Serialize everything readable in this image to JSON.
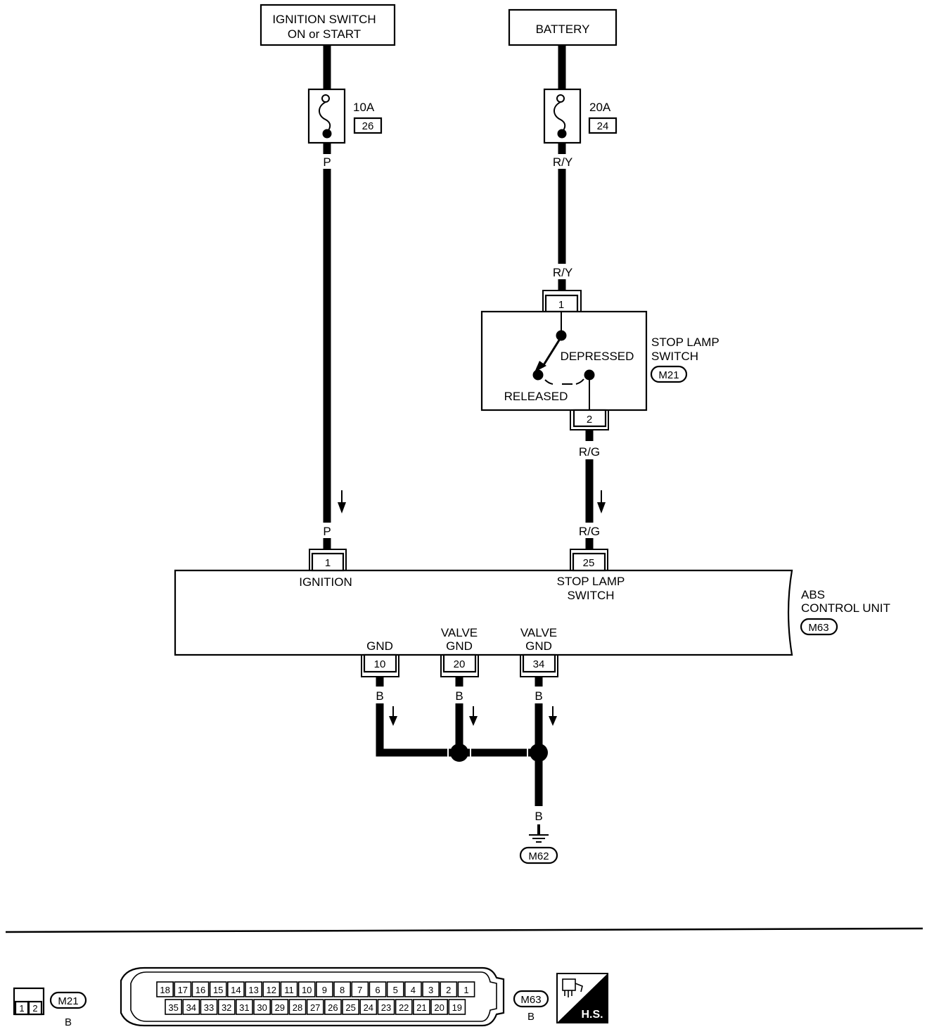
{
  "sources": {
    "ignition": {
      "line1": "IGNITION SWITCH",
      "line2": "ON or START"
    },
    "battery": {
      "label": "BATTERY"
    }
  },
  "fuses": [
    {
      "rating": "10A",
      "number": "26"
    },
    {
      "rating": "20A",
      "number": "24"
    }
  ],
  "wires": {
    "ign_top": "P",
    "ign_bottom": "P",
    "bat_top": "R/Y",
    "bat_bottom": "R/Y",
    "stop_top": "R/G",
    "stop_bottom": "R/G",
    "gnd1": "B",
    "gnd2": "B",
    "gnd3": "B",
    "ground": "B"
  },
  "stop_lamp_switch": {
    "title_line1": "STOP LAMP",
    "title_line2": "SWITCH",
    "connector": "M21",
    "pin_in": "1",
    "pin_out": "2",
    "depressed": "DEPRESSED",
    "released": "RELEASED"
  },
  "abs_unit": {
    "title_line1": "ABS",
    "title_line2": "CONTROL UNIT",
    "connector": "M63",
    "pins": {
      "ignition": {
        "pin": "1",
        "label": "IGNITION"
      },
      "stop_lamp": {
        "pin": "25",
        "label_line1": "STOP LAMP",
        "label_line2": "SWITCH"
      },
      "gnd": {
        "pin": "10",
        "label": "GND"
      },
      "valve_gnd1": {
        "pin": "20",
        "label_line1": "VALVE",
        "label_line2": "GND"
      },
      "valve_gnd2": {
        "pin": "34",
        "label_line1": "VALVE",
        "label_line2": "GND"
      }
    }
  },
  "ground_connector": "M62",
  "legend": {
    "m21": {
      "pins": [
        "1",
        "2"
      ],
      "id": "M21",
      "color": "B"
    },
    "m63": {
      "row1": [
        "18",
        "17",
        "16",
        "15",
        "14",
        "13",
        "12",
        "11",
        "10",
        "9",
        "8",
        "7",
        "6",
        "5",
        "4",
        "3",
        "2",
        "1"
      ],
      "row2": [
        "35",
        "34",
        "33",
        "32",
        "31",
        "30",
        "29",
        "28",
        "27",
        "26",
        "25",
        "24",
        "23",
        "22",
        "21",
        "20",
        "19"
      ],
      "id": "M63",
      "color": "B"
    },
    "hs_label": "H.S."
  }
}
